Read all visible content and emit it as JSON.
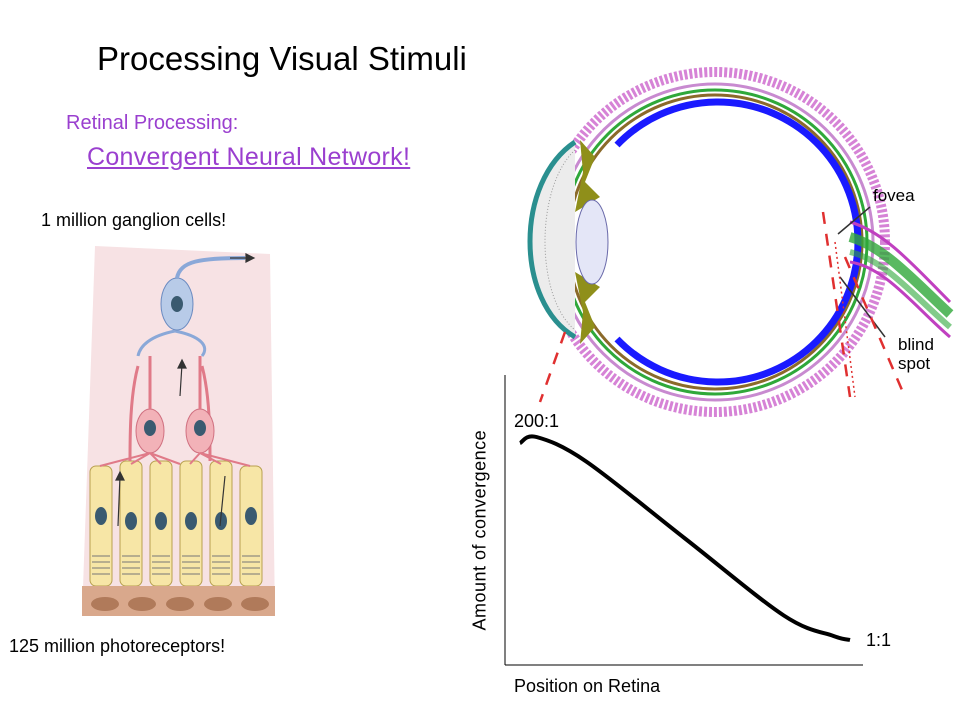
{
  "title": "Processing Visual Stimuli",
  "subtitle": "Retinal Processing:",
  "link_text": "Convergent Neural Network!",
  "colors": {
    "accent_purple": "#9a3fcf",
    "link_underline": "#9a3fcf",
    "retina_blue": "#1a1aff",
    "lens_olive": "#8f8f1a",
    "cornea_teal": "#2a8f8f",
    "sclera_magenta": "#c040c0",
    "choroid_green": "#2fa83a",
    "dashed_red": "#e03030",
    "tissue_pink": "#f7e2e4",
    "ganglion_blue": "#b8cbe8",
    "bipolar_pink": "#f2b2b8",
    "receptor_yellow": "#f7e6a6",
    "pigment_brown": "#b07a5a"
  },
  "retina_diagram": {
    "top_label": "1 million ganglion cells!",
    "bottom_label": "125 million photoreceptors!"
  },
  "eye_diagram": {
    "fovea_label": "fovea",
    "blind_spot_label": "blind\nspot"
  },
  "chart_data": {
    "type": "line",
    "title": "",
    "xlabel": "Position on Retina",
    "ylabel": "Amount of convergence",
    "annotations": [
      "200:1",
      "1:1"
    ],
    "series": [
      {
        "name": "",
        "shape": "decreasing sigmoid",
        "x": [
          0,
          0.05,
          0.2,
          0.5,
          0.8,
          0.95,
          1.0
        ],
        "y": [
          0.97,
          1.0,
          0.88,
          0.5,
          0.12,
          0.02,
          0.0
        ]
      }
    ],
    "axes": {
      "x_ticks": false,
      "y_ticks": false,
      "grid": false
    }
  }
}
